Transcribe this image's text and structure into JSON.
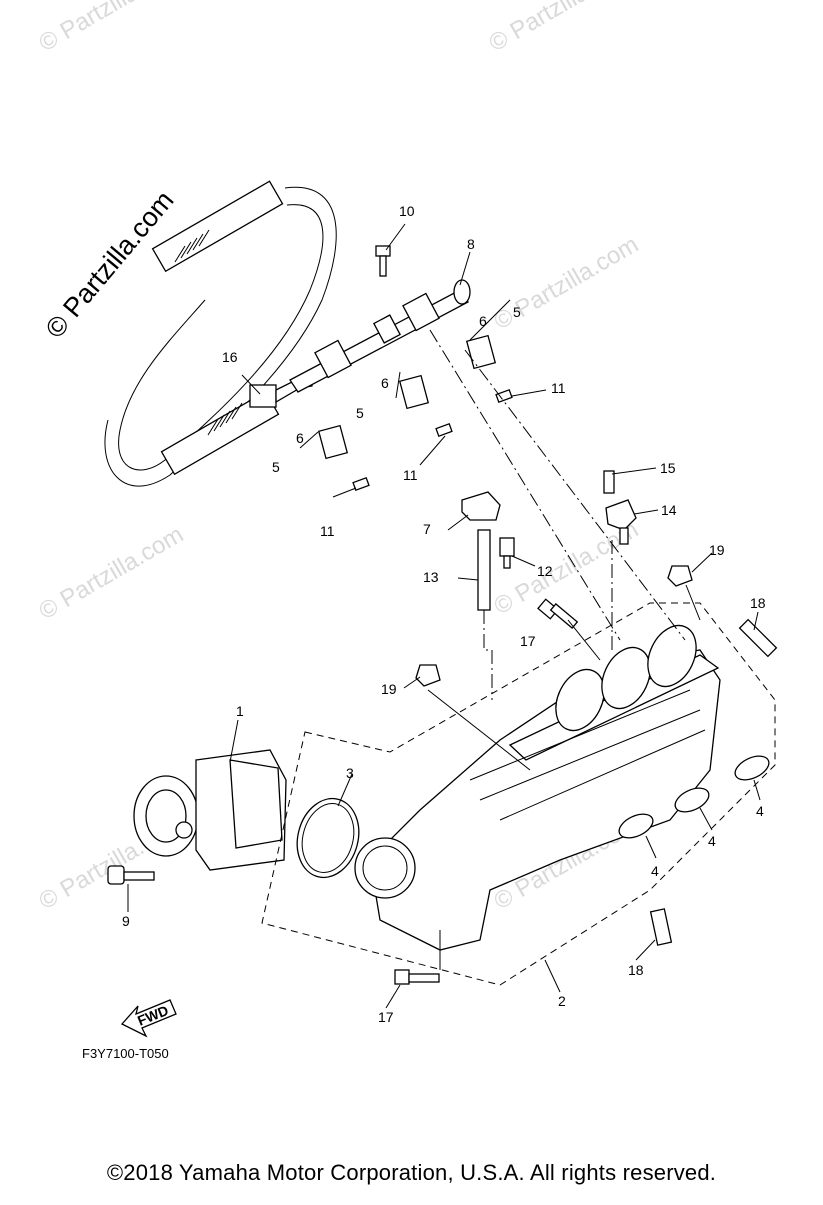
{
  "watermark": {
    "main": "© Partzilla.com",
    "faint": "© Partzilla.com"
  },
  "callouts": [
    {
      "id": "c1",
      "label": "1"
    },
    {
      "id": "c2",
      "label": "2"
    },
    {
      "id": "c3",
      "label": "3"
    },
    {
      "id": "c4a",
      "label": "4"
    },
    {
      "id": "c4b",
      "label": "4"
    },
    {
      "id": "c4c",
      "label": "4"
    },
    {
      "id": "c5a",
      "label": "5"
    },
    {
      "id": "c5b",
      "label": "5"
    },
    {
      "id": "c5c",
      "label": "5"
    },
    {
      "id": "c6a",
      "label": "6"
    },
    {
      "id": "c6b",
      "label": "6"
    },
    {
      "id": "c6c",
      "label": "6"
    },
    {
      "id": "c7",
      "label": "7"
    },
    {
      "id": "c8",
      "label": "8"
    },
    {
      "id": "c9",
      "label": "9"
    },
    {
      "id": "c10",
      "label": "10"
    },
    {
      "id": "c11a",
      "label": "11"
    },
    {
      "id": "c11b",
      "label": "11"
    },
    {
      "id": "c11c",
      "label": "11"
    },
    {
      "id": "c12",
      "label": "12"
    },
    {
      "id": "c13",
      "label": "13"
    },
    {
      "id": "c14",
      "label": "14"
    },
    {
      "id": "c15",
      "label": "15"
    },
    {
      "id": "c16",
      "label": "16"
    },
    {
      "id": "c17a",
      "label": "17"
    },
    {
      "id": "c17b",
      "label": "17"
    },
    {
      "id": "c18a",
      "label": "18"
    },
    {
      "id": "c18b",
      "label": "18"
    },
    {
      "id": "c19a",
      "label": "19"
    },
    {
      "id": "c19b",
      "label": "19"
    }
  ],
  "fwd_label": "FWD",
  "figure_code": "F3Y7100-T050",
  "copyright": "©2018  Yamaha Motor Corporation, U.S.A. All rights reserved."
}
